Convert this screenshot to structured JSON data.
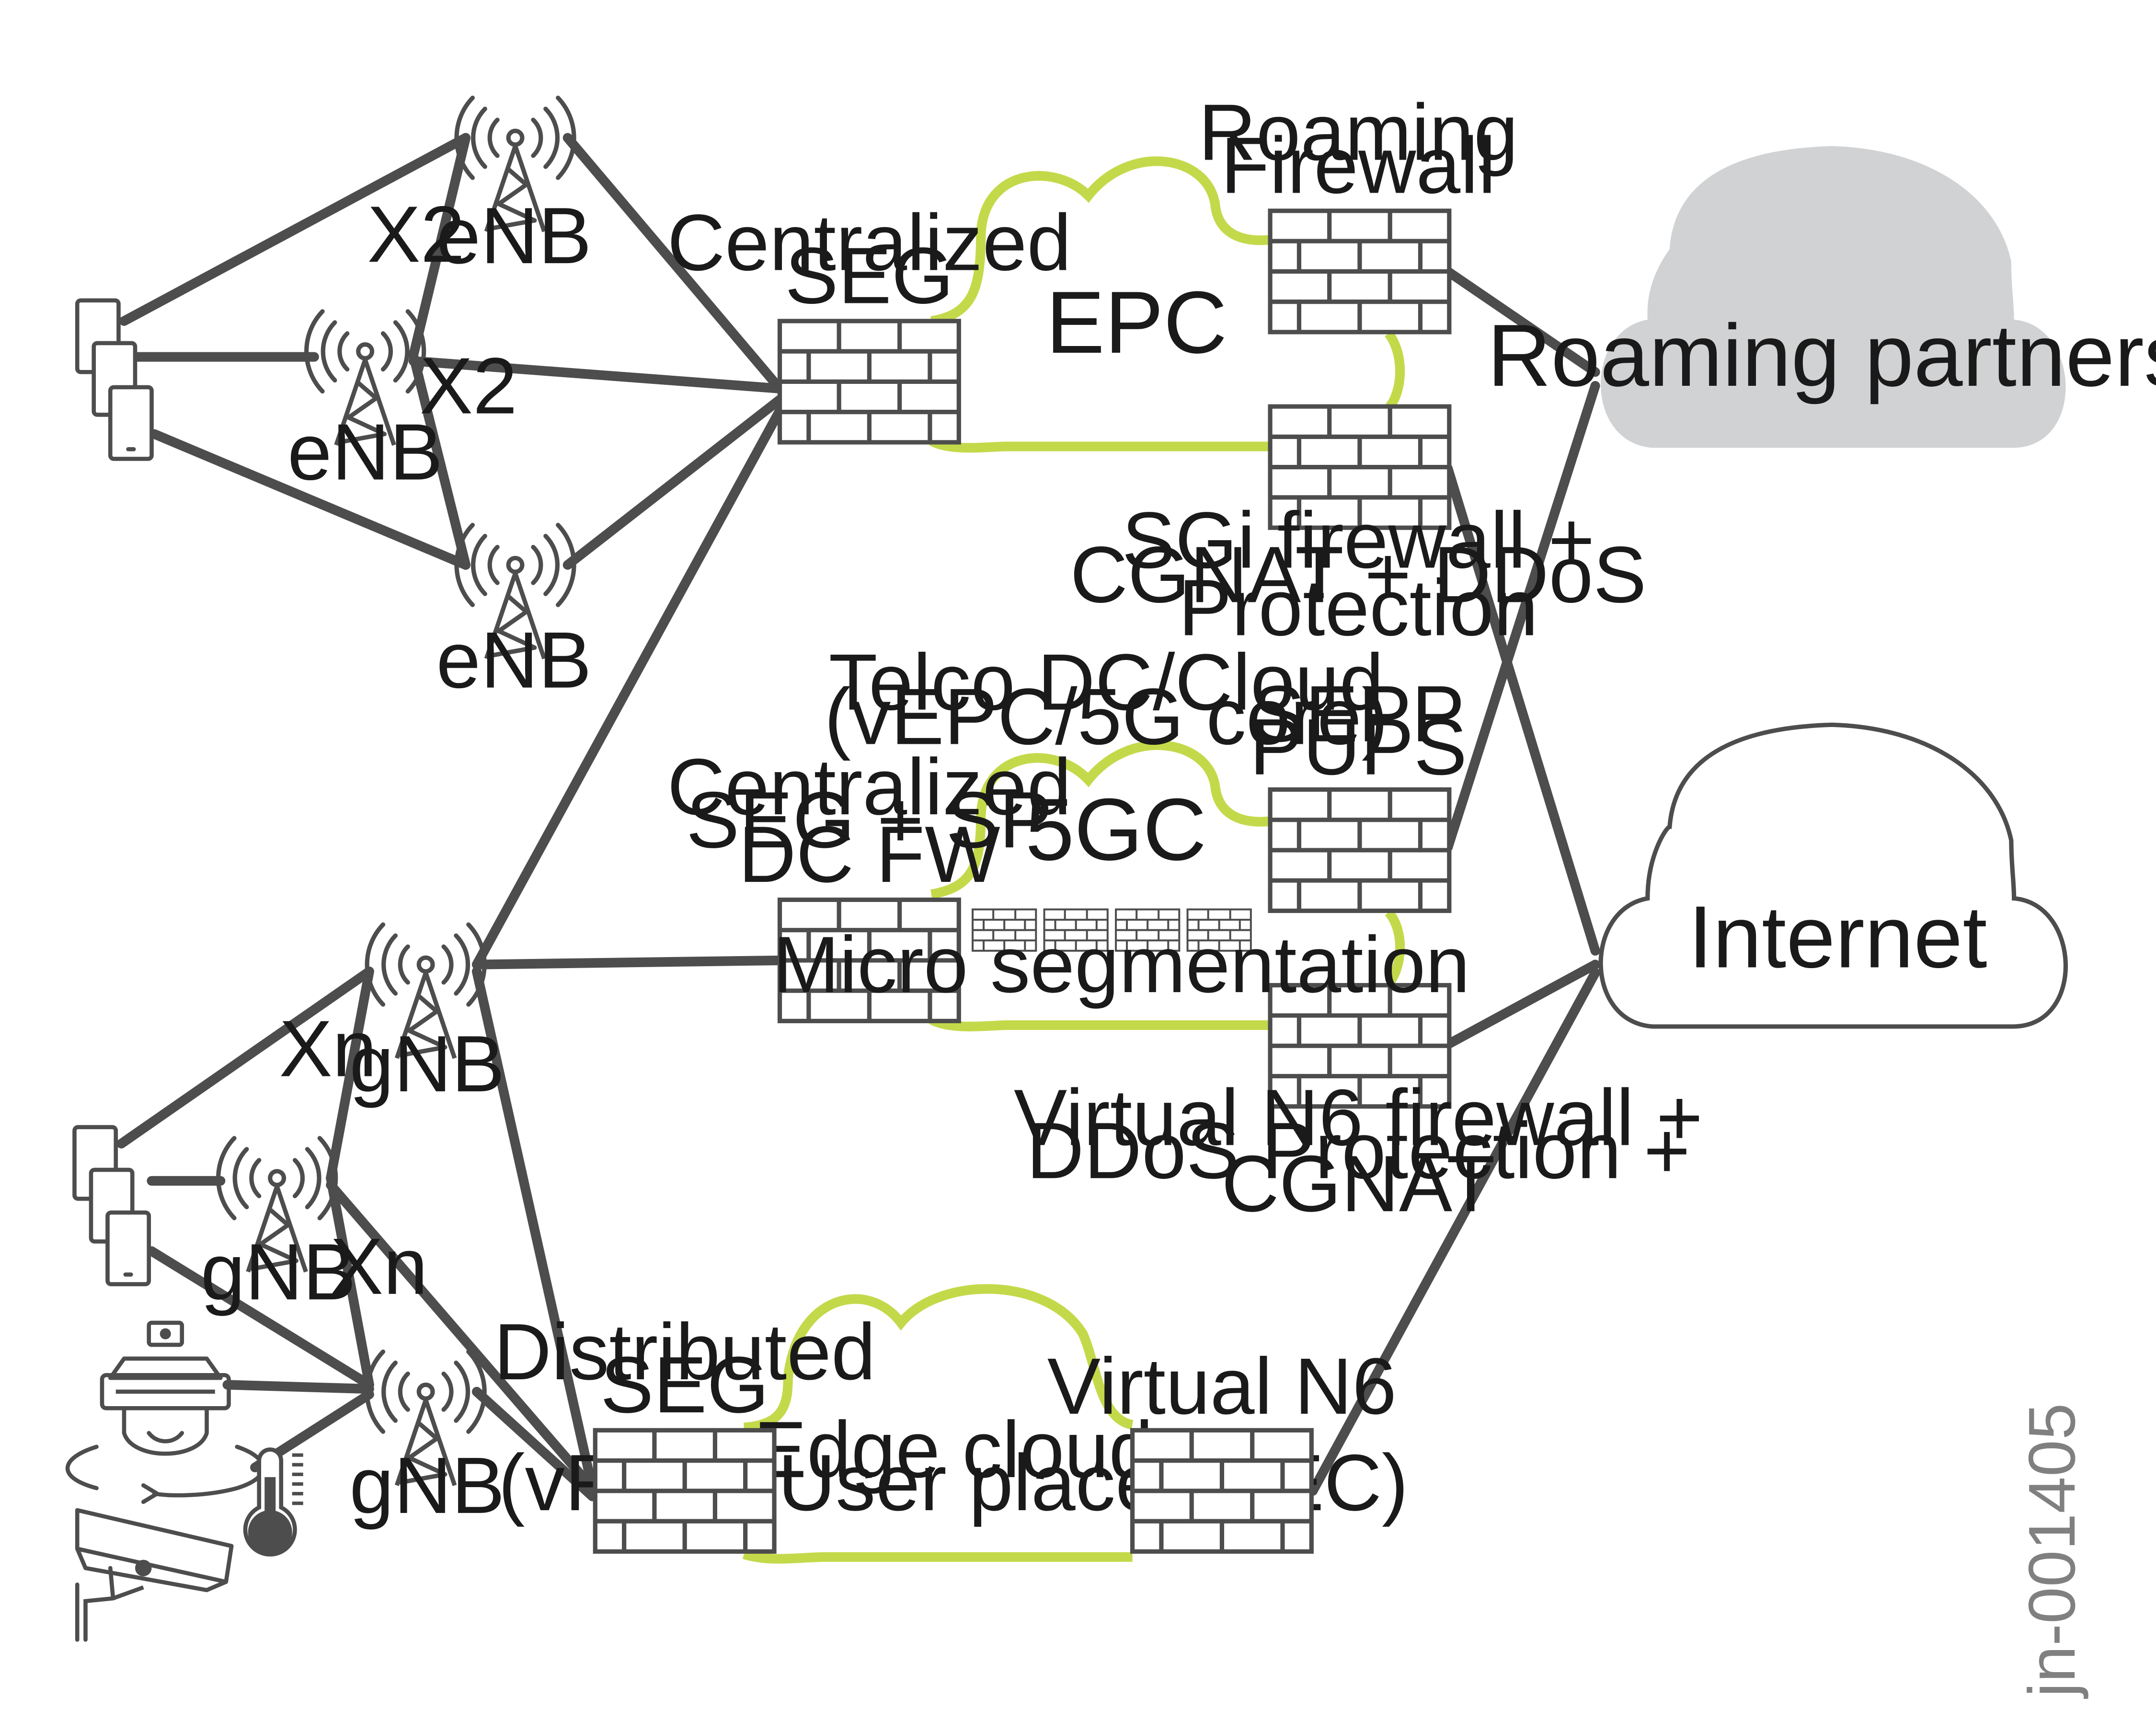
{
  "colors": {
    "line": "#4d4d4d",
    "cloud_accent": "#c4d94a",
    "roaming_cloud_fill": "#d1d2d4",
    "icon_dark": "#4d4d4d"
  },
  "labels": {
    "x2_a": "X2",
    "x2_b": "X2",
    "enb_top": "eNB",
    "enb_mid": "eNB",
    "enb_bottom": "eNB",
    "gnb_top": "gNB",
    "gnb_left": "gNB",
    "gnb_bottom": "gNB",
    "xn_a": "Xn",
    "xn_b": "Xn",
    "centralized_seg": [
      "Centralized",
      "SEG"
    ],
    "centralized_seg_sp": [
      "Centralized",
      "SEG + SP",
      "DC FW"
    ],
    "distributed_seg": [
      "Distributed",
      "SEG"
    ],
    "roaming_firewall": [
      "Roaming",
      "Firewall"
    ],
    "sgi_firewall": [
      "SGi firewall +",
      "CGNAT + DDoS",
      "Protection"
    ],
    "telco_dc": [
      "Telco DC/Cloud",
      "(vEPC/5G core)"
    ],
    "sepp": [
      "SEPP",
      "PUPS"
    ],
    "virtual_n6_firewall": [
      "Virtual N6 firewall +",
      "DDoS Protection +",
      "CGNAT"
    ],
    "virtual_n6": "Virtual N6",
    "micro_segmentation": "Micro segmentation",
    "epc": "EPC",
    "fivegc": "5GC",
    "edge_cloud": [
      "Edge cloud",
      "(vRAN, User place, MEC)"
    ],
    "roaming_partners": "Roaming partners",
    "internet": "Internet",
    "doc_id": "jn-001405"
  },
  "icons": [
    "phone-icon",
    "cell-tower-icon",
    "firewall-icon",
    "cloud-icon",
    "vr-headset-icon",
    "security-camera-icon",
    "thermometer-icon"
  ]
}
